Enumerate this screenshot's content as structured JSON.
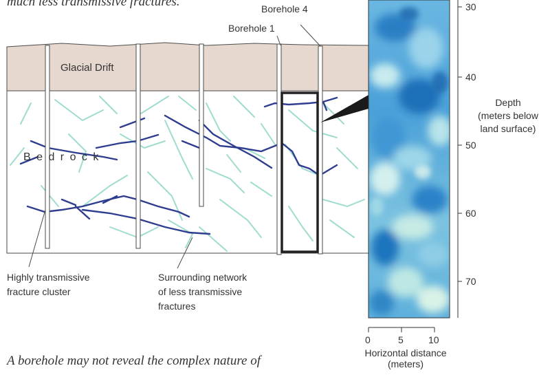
{
  "caption_top": "much less transmissive fractures.",
  "caption_bottom": "A borehole may not reveal the complex nature of",
  "labels": {
    "borehole_4": "Borehole 4",
    "borehole_1": "Borehole 1",
    "glacial_drift": "Glacial Drift",
    "bedrock": "B e d r o c k",
    "highly_transmissive": [
      "Highly transmissive",
      "fracture cluster"
    ],
    "surrounding_network": [
      "Surrounding network",
      "of less transmissive",
      "fractures"
    ]
  },
  "depth_axis": {
    "title": [
      "Depth",
      "(meters below",
      "land surface)"
    ],
    "ticks": [
      "30",
      "40",
      "50",
      "60",
      "70"
    ]
  },
  "horizontal_axis": {
    "title": [
      "Horizontal distance",
      "(meters)"
    ],
    "ticks": [
      "0",
      "5",
      "10"
    ]
  },
  "colors": {
    "drift": "#e6d8cf",
    "fracture_major": "#2e3d8f",
    "fracture_minor": "#9fdcd0",
    "tomogram_dark": "#1c6fb8",
    "tomogram_mid": "#55a8dc",
    "tomogram_light": "#bfe6ea"
  }
}
